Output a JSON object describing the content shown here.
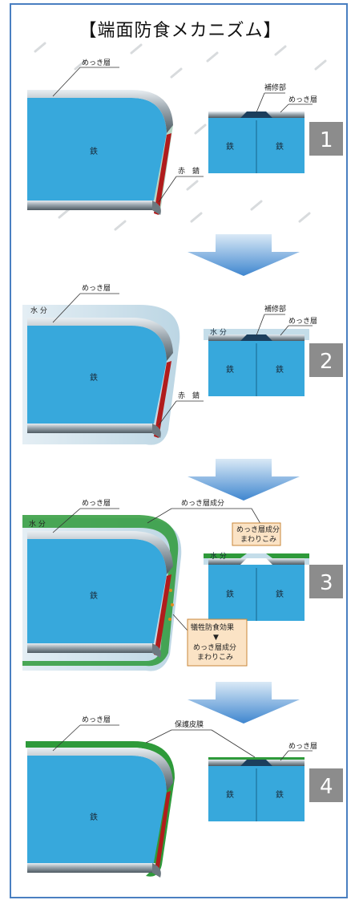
{
  "title": "【端面防食メカニズム】",
  "labels": {
    "plating": "めっき層",
    "iron": "鉄",
    "red_rust": "赤　錆",
    "repair": "補修部",
    "water": "水 分",
    "plating_component": "めっき層成分",
    "plating_component_wrap": [
      "めっき層成分",
      "まわりこみ"
    ],
    "sacrificial": [
      "犠牲防食効果",
      "▼",
      "めっき層成分",
      "まわりこみ"
    ],
    "protective_film": "保護皮膜"
  },
  "steps": [
    "1",
    "2",
    "3",
    "4"
  ],
  "colors": {
    "steel": "#37a8dc",
    "steel_dark": "#1f7fae",
    "border": "#4a7fc1",
    "step_box": "#8c8c8c",
    "arrow": "#5b9bd5",
    "rust": "#b01c1c",
    "green": "#2e9a3a",
    "water": "#c4dde9"
  }
}
